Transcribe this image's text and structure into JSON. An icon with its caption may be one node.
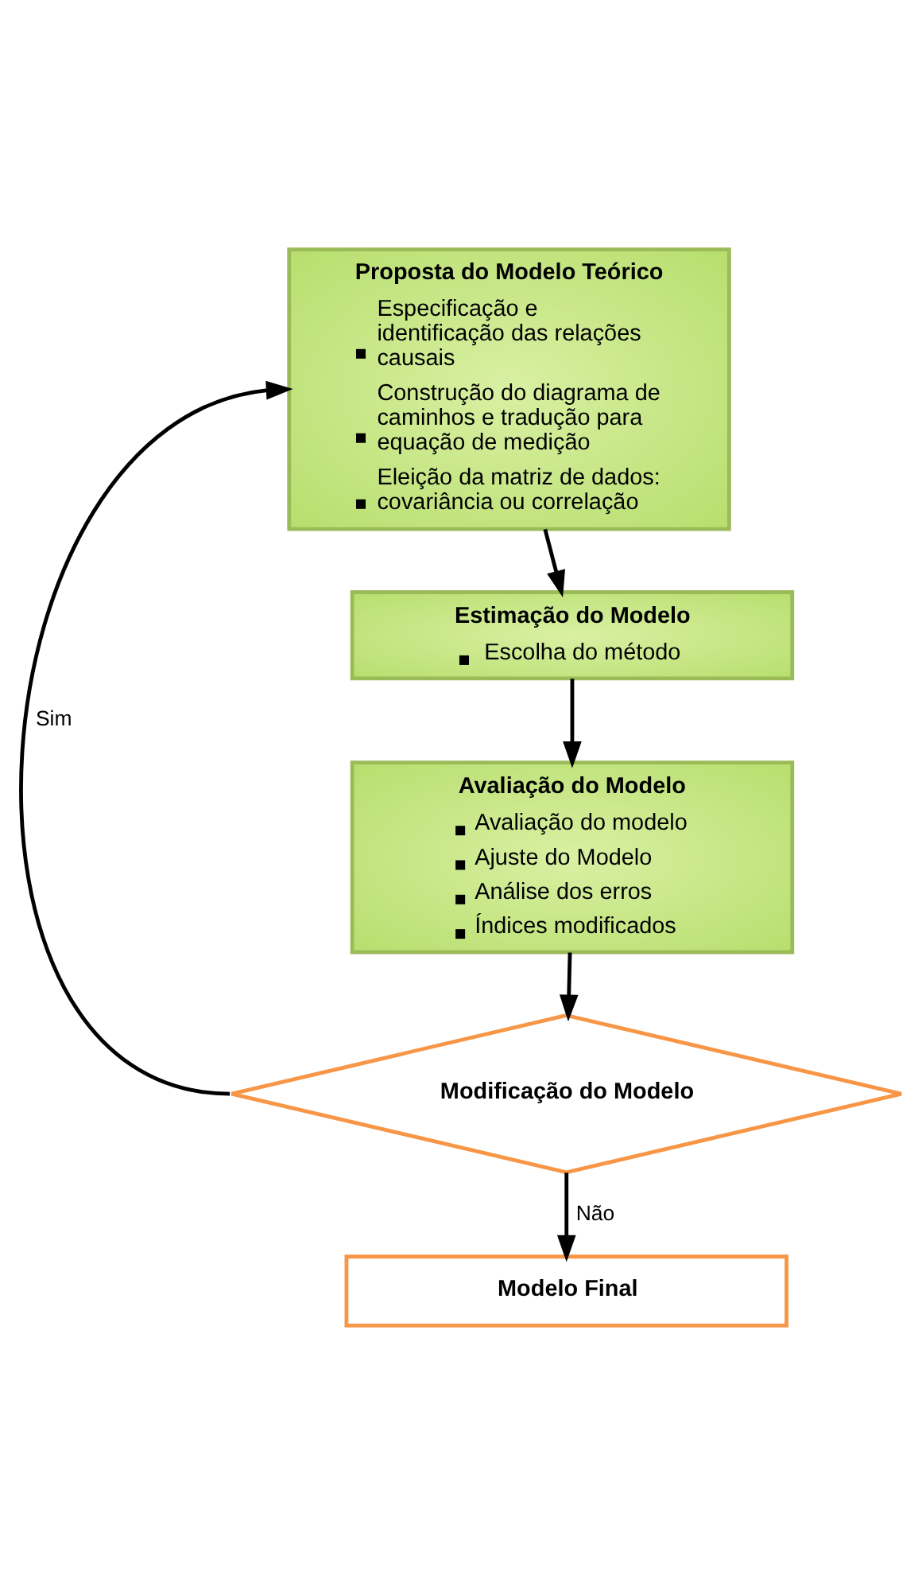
{
  "diagram": {
    "nodes": [
      {
        "text": [
          "Proposta do Modelo Teórico",
          "Especificação e identificação das relações causais",
          "Construção do diagrama de caminhos e tradução para equação de medição",
          "Eleição da matriz de dados: covariância ou correlação"
        ]
      },
      {
        "text": [
          "Estimação do Modelo",
          "Escolha do método"
        ]
      },
      {
        "text": [
          "Avaliação do Modelo",
          "Avaliação do modelo",
          "Ajuste do Modelo",
          "Análise dos erros",
          "Índices modificados"
        ]
      },
      {
        "text": [
          "Modificação do Modelo"
        ]
      },
      {
        "text": [
          "Modelo Final"
        ]
      }
    ],
    "edges": [
      {
        "from": 0,
        "to": 1,
        "arrow": "to"
      },
      {
        "from": 1,
        "to": 2,
        "arrow": "to"
      },
      {
        "from": 2,
        "to": 3,
        "arrow": "to"
      },
      {
        "from": 3,
        "to": 0,
        "arrow": "to",
        "label": "Sim"
      },
      {
        "from": 3,
        "to": 4,
        "arrow": "to",
        "label": "Não"
      }
    ]
  }
}
